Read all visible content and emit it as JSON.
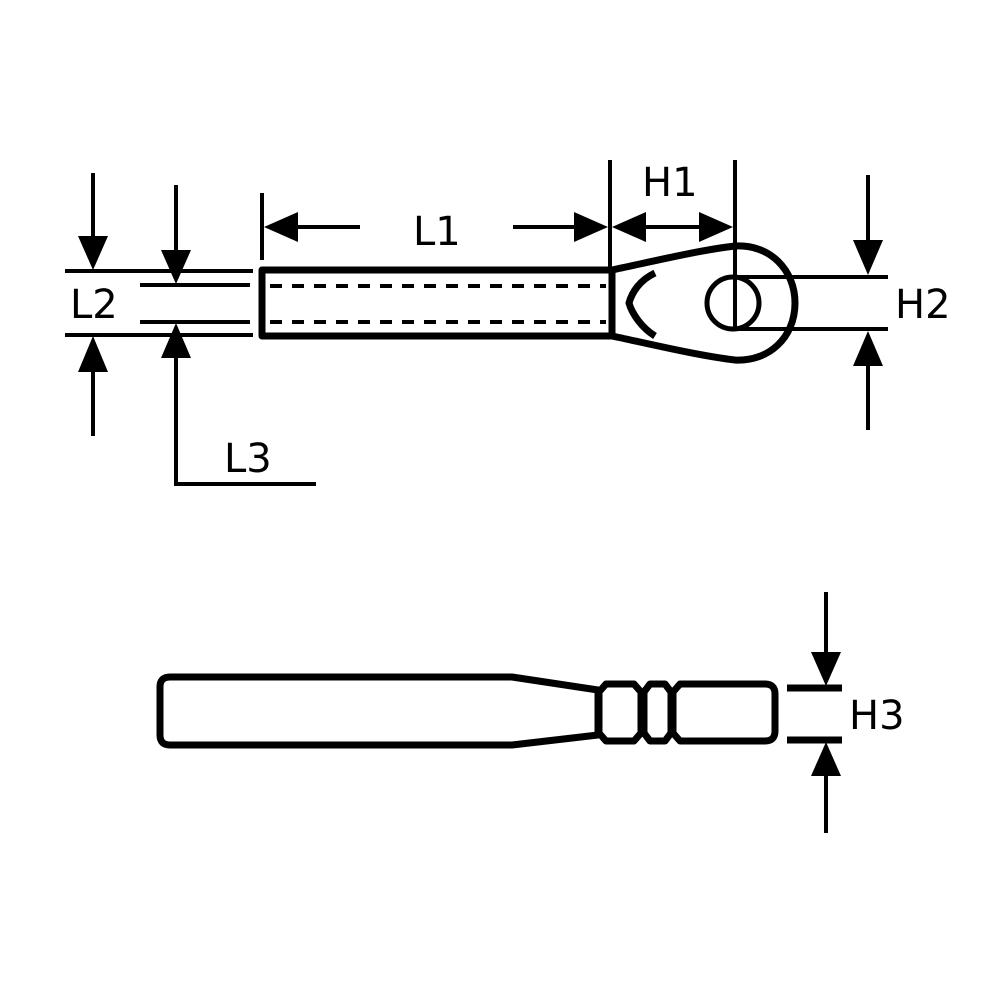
{
  "diagram": {
    "labels": {
      "L1": "L1",
      "L2": "L2",
      "L3": "L3",
      "H1": "H1",
      "H2": "H2",
      "H3": "H3"
    },
    "colors": {
      "line": "#000000",
      "background": "#ffffff"
    }
  }
}
